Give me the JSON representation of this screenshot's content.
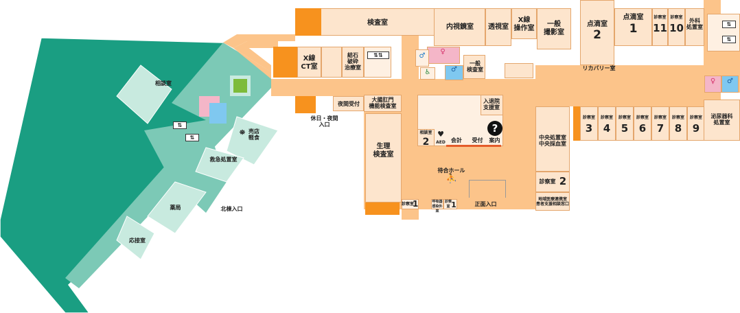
{
  "colors": {
    "corridor": "#fcc48a",
    "room": "#fde5cd",
    "wall": "#f7921e",
    "teal_dark": "#1a9e82",
    "teal_mid": "#7cc9b6",
    "teal_light": "#c8eadf",
    "restroom_female": "#f4b6c8",
    "restroom_male": "#7fc8f0"
  },
  "north_wing": {
    "consultation": "相談室",
    "shop": "売店\n軽食",
    "emergency": "救急処置室",
    "pharmacy": "薬局",
    "reception_room": "応接室",
    "north_entrance": "北棟入口"
  },
  "rooms": {
    "exam_lab": "検査室",
    "endoscopy": "内視鏡室",
    "fluoroscopy": "透視室",
    "xray_control": "X線\n操作室",
    "general_radiography": "一般\n撮影室",
    "iv_room_2": "点滴室",
    "iv_room_2_num": "2",
    "iv_room_1": "点滴室",
    "iv_room_1_num": "1",
    "clinic_11": "診察室",
    "clinic_11_num": "11",
    "clinic_10": "診察室",
    "clinic_10_num": "10",
    "surgery_treatment": "外科\n処置室",
    "recovery": "リカバリー室",
    "xray_ct": "X線\nCT室",
    "lithotripsy": "結石\n破砕\n治療室",
    "general_exam": "一般\n検査室",
    "night_reception": "夜間受付",
    "holiday_entrance": "休日・夜間\n入口",
    "colorectal": "大腸肛門\n機能検査室",
    "admission_support": "入退院\n支援室",
    "consultation_2": "相談室",
    "consultation_2_num": "2",
    "cashier": "会計",
    "reception": "受付",
    "information": "案内",
    "physiology": "生理\n検査室",
    "waiting_hall": "待合ホール",
    "clinic_1": "診察室",
    "clinic_1_num": "1",
    "small_clinic_a": "呼吸器\n感染外来",
    "small_clinic_b": "診察室",
    "small_clinic_b_num": "1",
    "main_entrance": "正面入口",
    "central_treatment": "中央処置室\n中央採血室",
    "clinic_2": "診察室",
    "clinic_2_num": "2",
    "community_liaison": "地域医療連携室\n患者支援相談窓口",
    "urology": "泌尿器科\n処置室",
    "aed": "AED"
  },
  "clinic_row": [
    {
      "label": "診察室",
      "num": "3"
    },
    {
      "label": "診察室",
      "num": "4"
    },
    {
      "label": "診察室",
      "num": "5"
    },
    {
      "label": "診察室",
      "num": "6"
    },
    {
      "label": "診察室",
      "num": "7"
    },
    {
      "label": "診察室",
      "num": "8"
    },
    {
      "label": "診察室",
      "num": "9"
    }
  ],
  "icons": {
    "elevator": "elevator-icon",
    "restroom_female": "female-restroom-icon",
    "restroom_male": "male-restroom-icon",
    "accessible": "accessible-toilet-icon",
    "info": "info-icon",
    "shop": "shopping-bag-icon",
    "waiting": "waiting-people-icon",
    "aed": "aed-icon"
  }
}
